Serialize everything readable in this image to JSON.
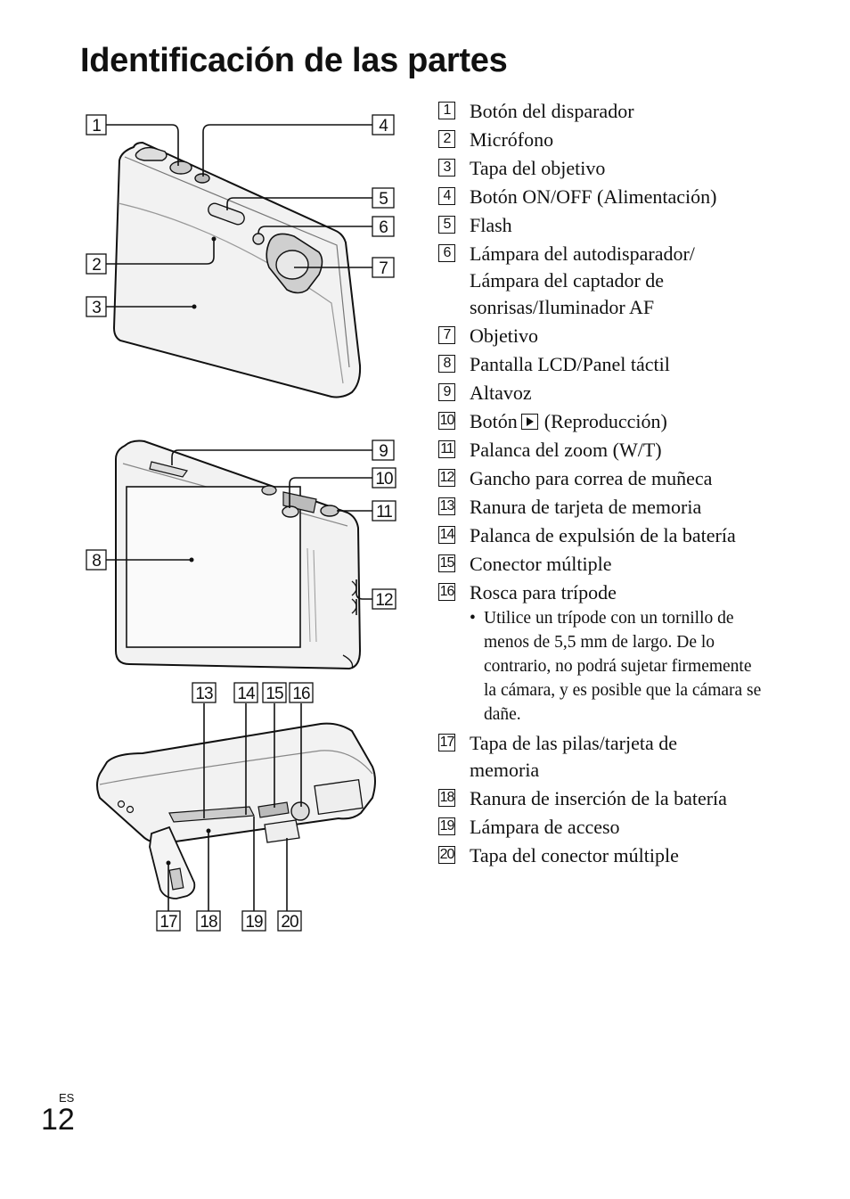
{
  "page": {
    "title": "Identificación de las partes",
    "language_code": "ES",
    "page_number": "12"
  },
  "figure": {
    "labels": [
      "1",
      "2",
      "3",
      "4",
      "5",
      "6",
      "7",
      "8",
      "9",
      "10",
      "11",
      "12",
      "13",
      "14",
      "15",
      "16",
      "17",
      "18",
      "19",
      "20"
    ]
  },
  "parts": [
    {
      "num": "1",
      "text": "Botón del disparador"
    },
    {
      "num": "2",
      "text": "Micrófono"
    },
    {
      "num": "3",
      "text": "Tapa del objetivo"
    },
    {
      "num": "4",
      "text": "Botón ON/OFF (Alimentación)"
    },
    {
      "num": "5",
      "text": "Flash"
    },
    {
      "num": "6",
      "text": "Lámpara del autodisparador/ Lámpara del captador de sonrisas/Iluminador AF"
    },
    {
      "num": "7",
      "text": "Objetivo"
    },
    {
      "num": "8",
      "text": "Pantalla LCD/Panel táctil"
    },
    {
      "num": "9",
      "text": "Altavoz"
    },
    {
      "num": "10",
      "text_before": "Botón",
      "text_after": "(Reproducción)",
      "icon": "playback-icon"
    },
    {
      "num": "11",
      "text": "Palanca del zoom (W/T)"
    },
    {
      "num": "12",
      "text": "Gancho para correa de muñeca"
    },
    {
      "num": "13",
      "text": "Ranura de tarjeta de memoria"
    },
    {
      "num": "14",
      "text": "Palanca de expulsión de la batería"
    },
    {
      "num": "15",
      "text": "Conector múltiple"
    },
    {
      "num": "16",
      "text": "Rosca para trípode"
    },
    {
      "num": "17",
      "text": "Tapa de las pilas/tarjeta de memoria"
    },
    {
      "num": "18",
      "text": "Ranura de inserción de la batería"
    },
    {
      "num": "19",
      "text": "Lámpara de acceso"
    },
    {
      "num": "20",
      "text": "Tapa del conector múltiple"
    }
  ],
  "tripod_note": "Utilice un trípode con un tornillo de menos de 5,5 mm de largo. De lo contrario, no podrá sujetar firmemente la cámara, y es posible que la cámara se dañe."
}
